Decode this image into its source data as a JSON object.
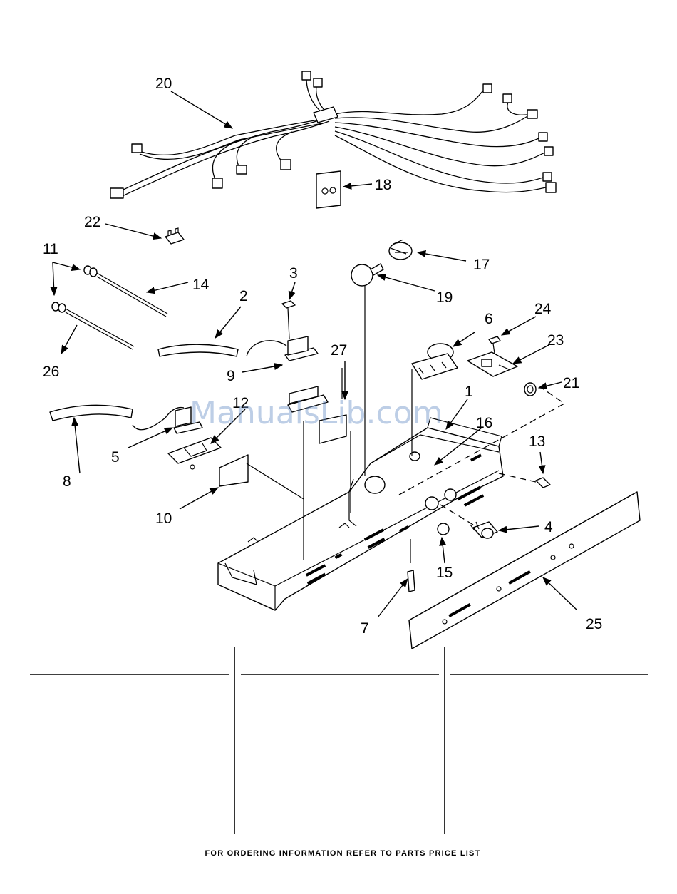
{
  "diagram": {
    "callouts": [
      "20",
      "18",
      "22",
      "17",
      "11",
      "14",
      "3",
      "19",
      "2",
      "6",
      "24",
      "23",
      "26",
      "9",
      "27",
      "21",
      "1",
      "12",
      "16",
      "8",
      "5",
      "13",
      "10",
      "4",
      "15",
      "25",
      "7"
    ],
    "watermark": "ManualsLib.com",
    "footer": "FOR ORDERING INFORMATION REFER TO PARTS PRICE LIST"
  }
}
